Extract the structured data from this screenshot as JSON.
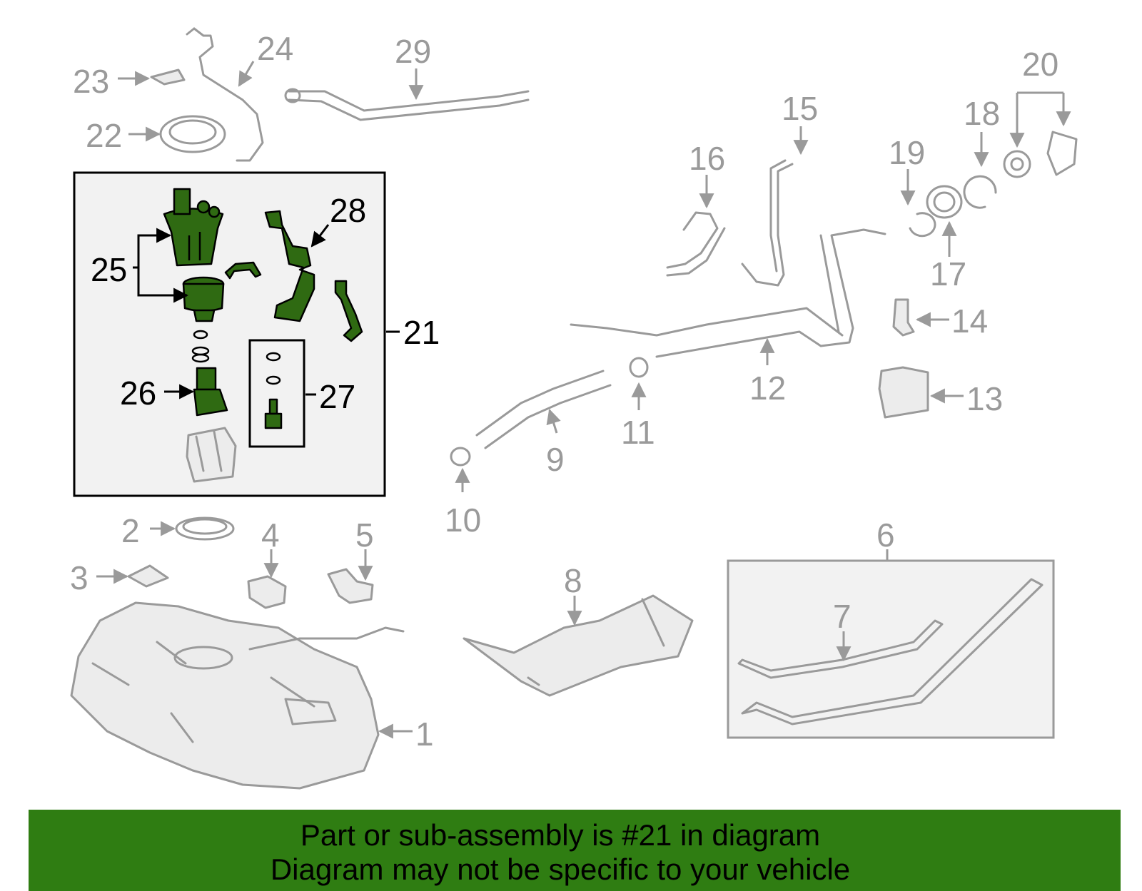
{
  "callouts": {
    "c1": "1",
    "c2": "2",
    "c3": "3",
    "c4": "4",
    "c5": "5",
    "c6": "6",
    "c7": "7",
    "c8": "8",
    "c9": "9",
    "c10": "10",
    "c11": "11",
    "c12": "12",
    "c13": "13",
    "c14": "14",
    "c15": "15",
    "c16": "16",
    "c17": "17",
    "c18": "18",
    "c19": "19",
    "c20": "20",
    "c21": "21",
    "c22": "22",
    "c23": "23",
    "c24": "24",
    "c25": "25",
    "c26": "26",
    "c27": "27",
    "c28": "28",
    "c29": "29"
  },
  "highlight_color": "#2f6a12",
  "banner": {
    "line1": "Part or sub-assembly is #21 in diagram",
    "line2": "Diagram may not be specific to your vehicle",
    "color": "#2f7d12"
  }
}
